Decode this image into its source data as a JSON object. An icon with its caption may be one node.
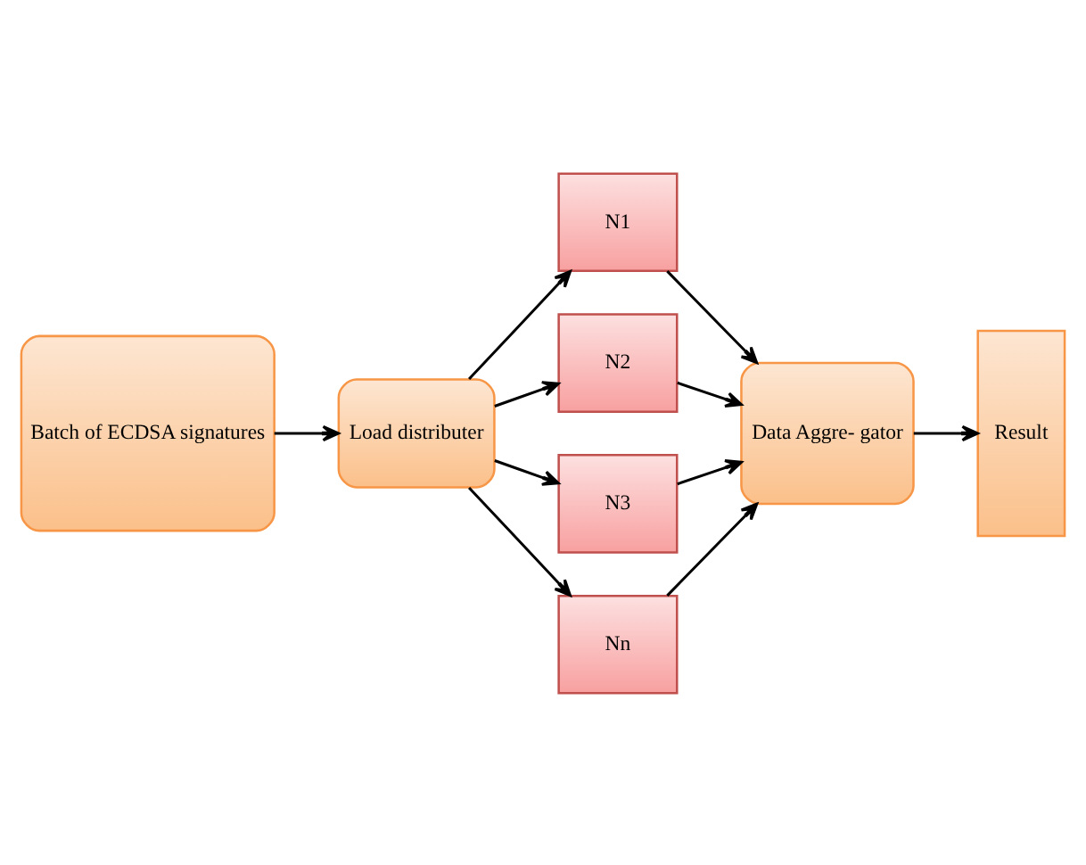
{
  "diagram": {
    "nodes": [
      {
        "text": [
          "Batch of ECDSA signatures"
        ]
      },
      {
        "text": [
          "Load distributer"
        ]
      },
      {
        "text": [
          "N1"
        ]
      },
      {
        "text": [
          "N2"
        ]
      },
      {
        "text": [
          "N3"
        ]
      },
      {
        "text": [
          "Nn"
        ]
      },
      {
        "text": [
          "Data Aggre- gator"
        ]
      },
      {
        "text": [
          "Result"
        ]
      }
    ],
    "edges": [
      {
        "from": 0,
        "to": 1,
        "arrow": "to"
      },
      {
        "from": 1,
        "to": 2,
        "arrow": "to"
      },
      {
        "from": 1,
        "to": 3,
        "arrow": "to"
      },
      {
        "from": 1,
        "to": 4,
        "arrow": "to"
      },
      {
        "from": 1,
        "to": 5,
        "arrow": "to"
      },
      {
        "from": 2,
        "to": 6,
        "arrow": "to"
      },
      {
        "from": 3,
        "to": 6,
        "arrow": "to"
      },
      {
        "from": 4,
        "to": 6,
        "arrow": "to"
      },
      {
        "from": 5,
        "to": 6,
        "arrow": "to"
      },
      {
        "from": 6,
        "to": 7,
        "arrow": "to"
      }
    ]
  }
}
